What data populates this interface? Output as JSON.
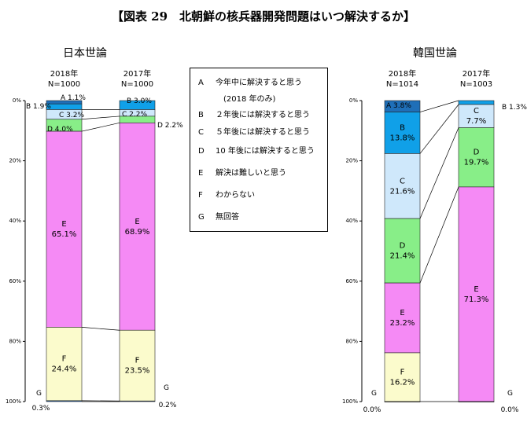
{
  "title": "【図表 29　北朝鮮の核兵器開発問題はいつ解決するか】",
  "legend": {
    "items": [
      {
        "key": "A",
        "label": "今年中に解決すると思う"
      },
      {
        "key": "B",
        "label": "２年後には解決すると思う"
      },
      {
        "key": "C",
        "label": "５年後には解決すると思う"
      },
      {
        "key": "D",
        "label": "10 年後には解決すると思う"
      },
      {
        "key": "E",
        "label": "解決は難しいと思う"
      },
      {
        "key": "F",
        "label": "わからない"
      },
      {
        "key": "G",
        "label": "無回答"
      }
    ],
    "note_a": "(2018 年のみ)"
  },
  "colors": {
    "A": "#1f6fb8",
    "B": "#10a0e8",
    "C": "#cfe8fb",
    "D": "#88ee88",
    "E": "#f58af5",
    "F": "#fbfbcc",
    "G": "#1e5aa8"
  },
  "chart_data": [
    {
      "type": "bar",
      "stacked": true,
      "title": "日本世論",
      "ylim": [
        0,
        100
      ],
      "yticks": [
        "0%",
        "20%",
        "40%",
        "60%",
        "80%",
        "100%"
      ],
      "categories": [
        {
          "year": "2018年",
          "n": "N=1000"
        },
        {
          "year": "2017年",
          "n": "N=1000"
        }
      ],
      "series": [
        {
          "key": "A",
          "values": [
            1.1,
            null
          ],
          "labels": [
            "A 1.1%",
            null
          ]
        },
        {
          "key": "B",
          "values": [
            1.9,
            3.0
          ],
          "labels": [
            "B 1.9%",
            "B 3.0%"
          ]
        },
        {
          "key": "C",
          "values": [
            3.2,
            2.2
          ],
          "labels": [
            "C 3.2%",
            "C 2.2%"
          ]
        },
        {
          "key": "D",
          "values": [
            4.0,
            2.2
          ],
          "labels": [
            "D 4.0%",
            "D 2.2%"
          ]
        },
        {
          "key": "E",
          "values": [
            65.1,
            68.9
          ],
          "labels": [
            "E\n65.1%",
            "E\n68.9%"
          ]
        },
        {
          "key": "F",
          "values": [
            24.4,
            23.5
          ],
          "labels": [
            "F\n24.4%",
            "F\n23.5%"
          ]
        },
        {
          "key": "G",
          "values": [
            0.3,
            0.2
          ],
          "labels": [
            "G\n0.3%",
            "G\n0.2%"
          ]
        }
      ]
    },
    {
      "type": "bar",
      "stacked": true,
      "title": "韓国世論",
      "ylim": [
        0,
        100
      ],
      "yticks": [
        "0%",
        "20%",
        "40%",
        "60%",
        "80%",
        "100%"
      ],
      "categories": [
        {
          "year": "2018年",
          "n": "N=1014"
        },
        {
          "year": "2017年",
          "n": "N=1003"
        }
      ],
      "series": [
        {
          "key": "A",
          "values": [
            3.8,
            null
          ],
          "labels": [
            "A 3.8%",
            null
          ]
        },
        {
          "key": "B",
          "values": [
            13.8,
            1.3
          ],
          "labels": [
            "B\n13.8%",
            "B\n1.3%"
          ]
        },
        {
          "key": "C",
          "values": [
            21.6,
            7.7
          ],
          "labels": [
            "C\n21.6%",
            "C\n7.7%"
          ]
        },
        {
          "key": "D",
          "values": [
            21.4,
            19.7
          ],
          "labels": [
            "D\n21.4%",
            "D\n19.7%"
          ]
        },
        {
          "key": "E",
          "values": [
            23.2,
            71.3
          ],
          "labels": [
            "E\n23.2%",
            "E\n71.3%"
          ]
        },
        {
          "key": "F",
          "values": [
            16.2,
            null
          ],
          "labels": [
            "F\n16.2%",
            null
          ]
        },
        {
          "key": "G",
          "values": [
            0.0,
            0.0
          ],
          "labels": [
            "G\n0.0%",
            "G\n0.0%"
          ]
        }
      ]
    }
  ]
}
